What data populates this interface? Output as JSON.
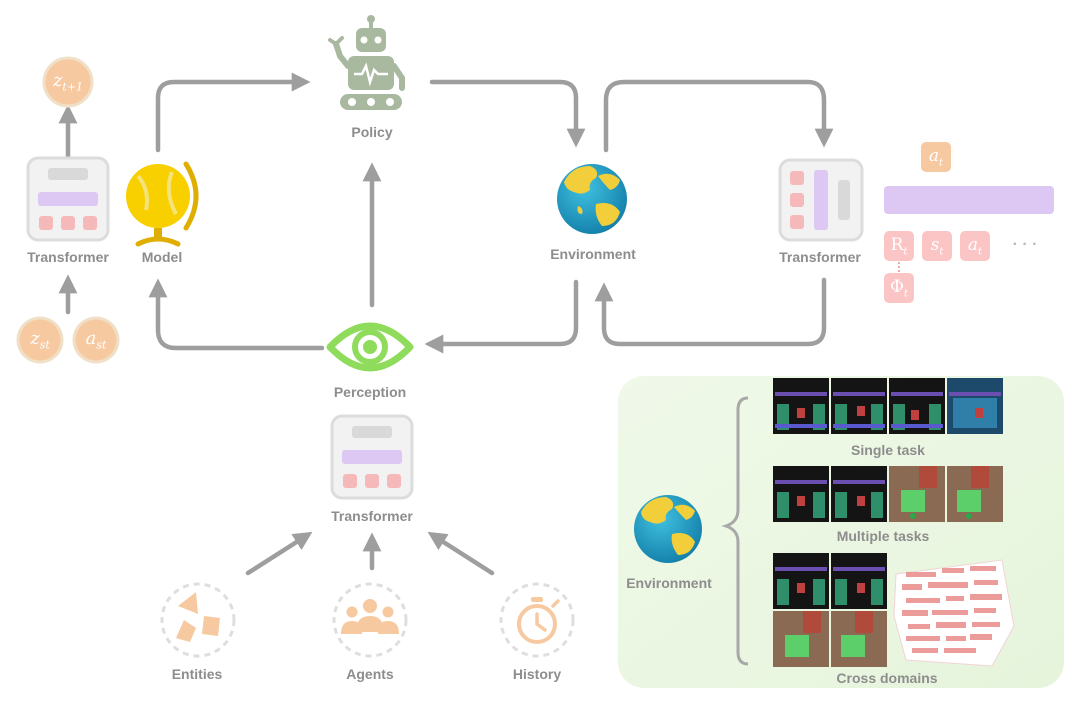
{
  "labels": {
    "policy": "Policy",
    "model": "Model",
    "transformer_left": "Transformer",
    "environment_top": "Environment",
    "transformer_right": "Transformer",
    "perception": "Perception",
    "transformer_bottom": "Transformer",
    "entities": "Entities",
    "agents": "Agents",
    "history": "History",
    "environment_panel": "Environment",
    "single_task": "Single task",
    "multiple_tasks": "Multiple tasks",
    "cross_domains": "Cross domains"
  },
  "tokens": {
    "z_next_base": "z",
    "z_next_sub": "t+1",
    "z_st_base": "z",
    "z_st_sub": "st",
    "a_st_base": "a",
    "a_st_sub": "st",
    "a_t_base": "a",
    "a_t_sub": "t",
    "R_t_base": "R",
    "R_t_sub": "t",
    "s_t_base": "s",
    "s_t_sub": "t",
    "a_t2_base": "a",
    "a_t2_sub": "t",
    "phi_t_base": "Φ",
    "phi_t_sub": "t",
    "ellipsis": "· · ·"
  },
  "colors": {
    "arrow": "#9e9e9e",
    "label": "#8d8d8d",
    "token_orange": "#f7c9a0",
    "token_pink": "#fbc5c5",
    "bar_purple": "#dcc8f2",
    "eye_green": "#8fdc5c",
    "robot_green": "#a9b9a0",
    "globe_gold": "#f8d000",
    "ocean_blue": "#22a5c8",
    "panel_green": "#e8f6dd"
  },
  "icons": [
    "robot-icon",
    "globe-model-icon",
    "earth-icon",
    "eye-icon",
    "entities-icon",
    "agents-icon",
    "stopwatch-icon",
    "transformer-block-icon"
  ]
}
